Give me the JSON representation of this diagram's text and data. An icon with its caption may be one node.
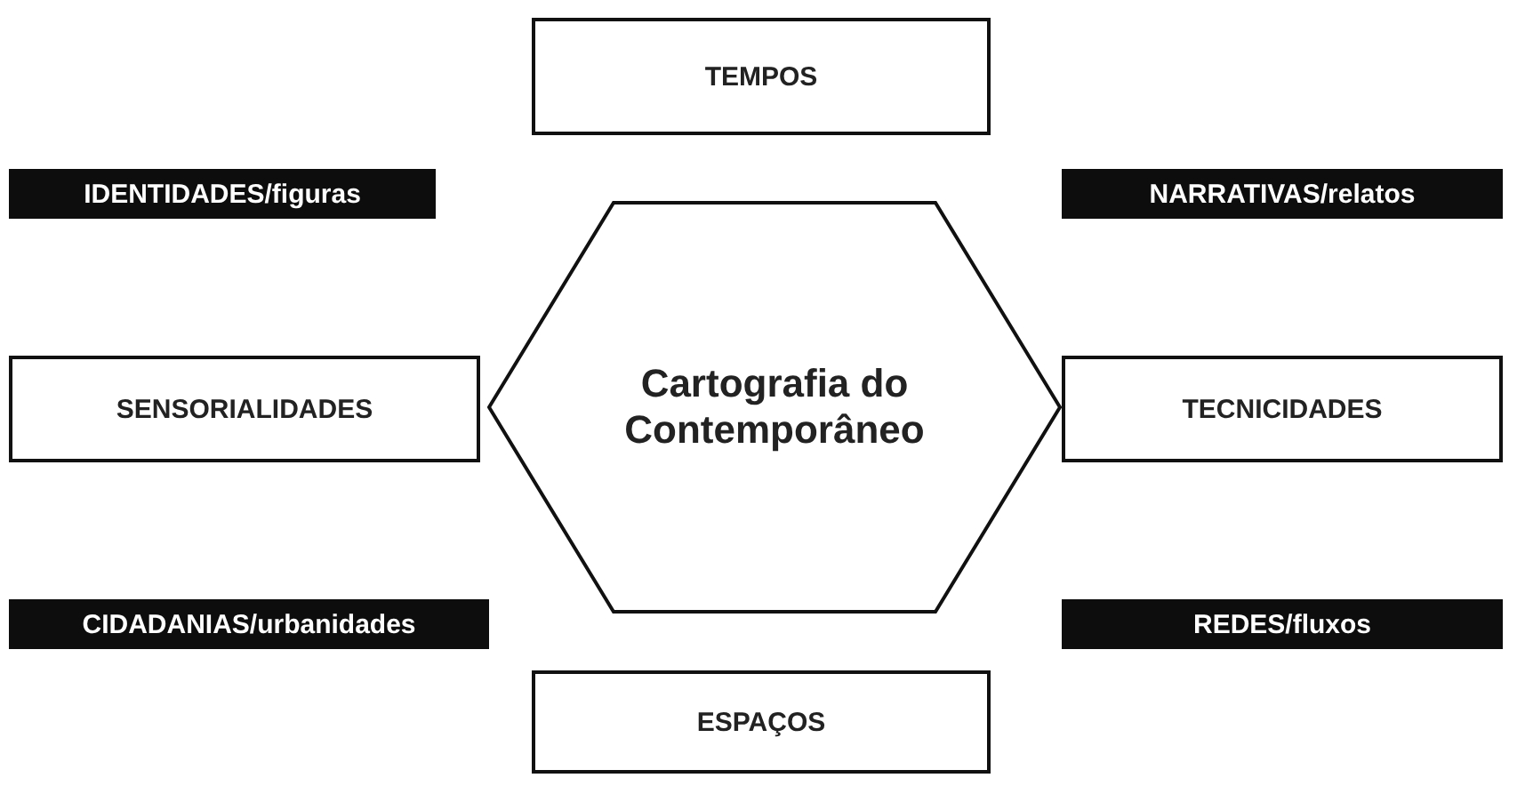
{
  "diagram": {
    "nodes": [
      {
        "text": [
          "TEMPOS"
        ]
      },
      {
        "text": [
          "IDENTIDADES/figuras"
        ]
      },
      {
        "text": [
          "NARRATIVAS/relatos"
        ]
      },
      {
        "text": [
          "Cartografia do Contemporâneo"
        ]
      },
      {
        "text": [
          "SENSORIALIDADES"
        ]
      },
      {
        "text": [
          "TECNICIDADES"
        ]
      },
      {
        "text": [
          "CIDADANIAS/urbanidades"
        ]
      },
      {
        "text": [
          "REDES/fluxos"
        ]
      },
      {
        "text": [
          "ESPAÇOS"
        ]
      }
    ]
  }
}
